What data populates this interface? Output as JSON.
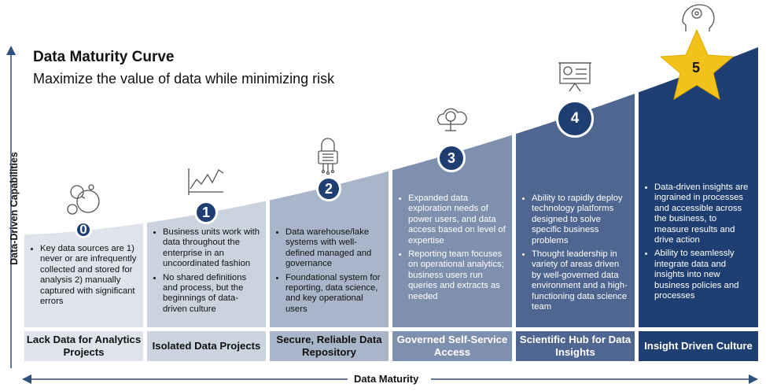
{
  "title": "Data Maturity Curve",
  "subtitle": "Maximize the value of data while minimizing risk",
  "y_axis_label": "Data-Driven Capabilities",
  "x_axis_label": "Data Maturity",
  "colors": {
    "dark": "#1f3f72",
    "axis": "#2f4f7f"
  },
  "stages": [
    {
      "number": "0",
      "label": "Lack Data for Analytics Projects",
      "icon": "network-circles-icon",
      "bullets": [
        "Key data sources are 1) never or are infrequently collected and stored for analysis 2) manually captured with significant errors"
      ]
    },
    {
      "number": "1",
      "label": "Isolated Data Projects",
      "icon": "line-chart-icon",
      "bullets": [
        "Business units work with data throughout the enterprise in an uncoordinated fashion",
        "No shared definitions and process, but the beginnings of data-driven culture"
      ]
    },
    {
      "number": "2",
      "label": "Secure, Reliable Data Repository",
      "icon": "padlock-circuit-icon",
      "bullets": [
        "Data warehouse/lake systems with well-defined managed and governance",
        "Foundational system for reporting, data science, and key operational users"
      ]
    },
    {
      "number": "3",
      "label": "Governed Self-Service Access",
      "icon": "cloud-search-icon",
      "bullets": [
        "Expanded data exploration needs of power users, and data access based on level of expertise",
        "Reporting team focuses on operational analytics; business users run queries and extracts as needed"
      ]
    },
    {
      "number": "4",
      "label": "Scientific Hub for Data Insights",
      "icon": "presentation-board-icon",
      "bullets": [
        "Ability to rapidly deploy technology platforms designed to solve specific business problems",
        "Thought leadership in variety of areas driven by well-governed data environment and a high-functioning data science team"
      ]
    },
    {
      "number": "5",
      "label": "Insight Driven Culture",
      "icon": "head-gear-icon",
      "bullets": [
        "Data-driven insights are ingrained in processes and accessible across the business, to measure results and drive action",
        "Ability to seamlessly integrate data and insights into new business policies and processes"
      ]
    }
  ]
}
